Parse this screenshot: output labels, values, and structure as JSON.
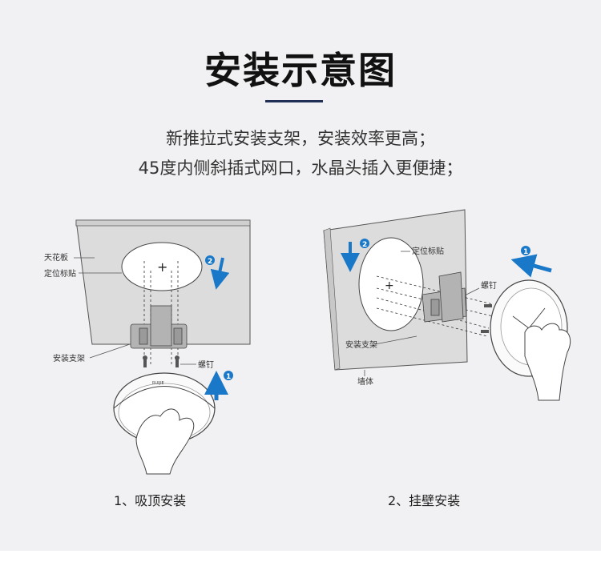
{
  "title": "安装示意图",
  "subtitle_line1": "新推拉式安装支架，安装效率更高；",
  "subtitle_line2": "45度内侧斜插式网口，水晶头插入更便捷；",
  "ceiling": {
    "label_ceiling": "天花板",
    "label_marker": "定位标贴",
    "label_bracket": "安装支架",
    "label_screw": "螺钉",
    "step1": "1",
    "step2": "2",
    "device_text": "RUIJIE"
  },
  "wall": {
    "label_marker": "定位标贴",
    "label_screw": "螺钉",
    "label_bracket": "安装支架",
    "label_wall": "墙体",
    "step1": "1",
    "step2": "2"
  },
  "captions": {
    "ceiling": "1、吸顶安装",
    "wall": "2、挂壁安装"
  },
  "colors": {
    "accent_arrow": "#1a78c8",
    "title_underline": "#1f2f56"
  }
}
